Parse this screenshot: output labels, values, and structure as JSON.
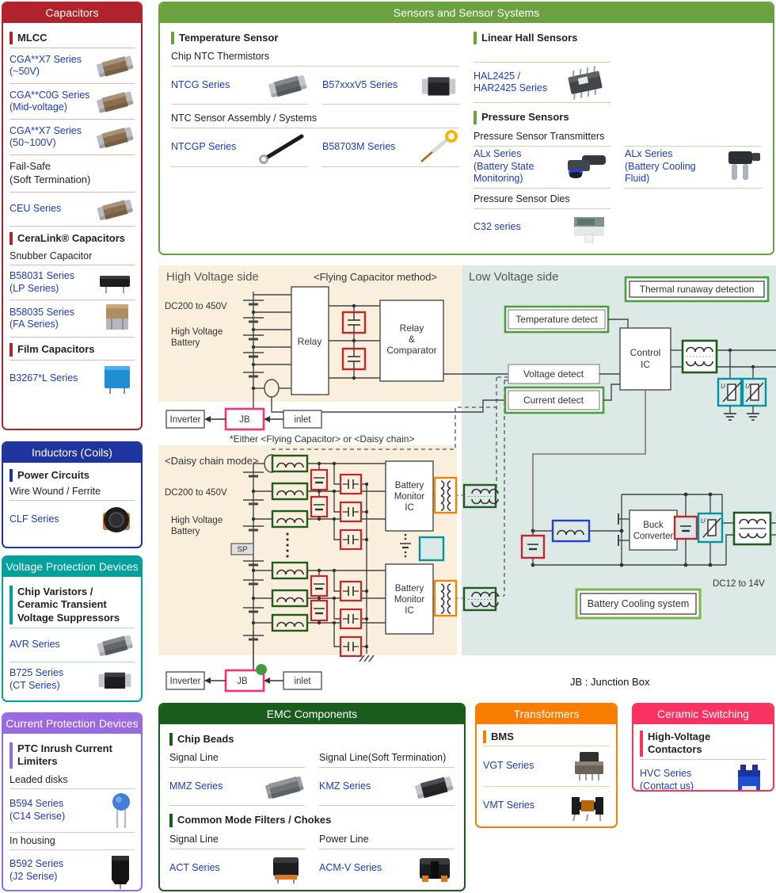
{
  "palette": {
    "capacitors": "#b2222a",
    "sensors": "#6aa23f",
    "inductors": "#2034a0",
    "voltage_protection": "#00a09b",
    "current_protection": "#9a6ae0",
    "emc": "#1a5c1d",
    "transformers": "#f97e00",
    "ceramic": "#fa3260",
    "link_blue": "#1e3bb8",
    "hv_bg": "#faeedd",
    "lv_bg": "#dde9e6",
    "box_red": "#c3272b",
    "box_green": "#1e5c1f",
    "box_orange": "#f08300",
    "box_teal": "#0096a0",
    "box_blue": "#2244cc",
    "jb_pink": "#f6336c"
  },
  "capacitors": {
    "title": "Capacitors",
    "mlcc": "MLCC",
    "cga1_l1": "CGA**X7 Series",
    "cga1_l2": "(~50V)",
    "cga2_l1": "CGA**C0G Series",
    "cga2_l2": "(Mid-voltage)",
    "cga3_l1": "CGA**X7 Series",
    "cga3_l2": "(50~100V)",
    "failsafe_l1": "Fail-Safe",
    "failsafe_l2": "(Soft Termination)",
    "ceu": "CEU Series",
    "ceralink": "CeraLink® Capacitors",
    "snubber": "Snubber Capacitor",
    "b58031_l1": "B58031 Series",
    "b58031_l2": "(LP Series)",
    "b58035_l1": "B58035 Series",
    "b58035_l2": "(FA Series)",
    "film": "Film Capacitors",
    "b3267": "B3267*L Series"
  },
  "inductors": {
    "title": "Inductors (Coils)",
    "power": "Power Circuits",
    "wire": "Wire Wound / Ferrite",
    "clf": "CLF Series"
  },
  "voltage_protection": {
    "title": "Voltage Protection Devices",
    "h_l1": "Chip Varistors /",
    "h_l2": "Ceramic Transient",
    "h_l3": "Voltage Suppressors",
    "avr": "AVR Series",
    "b725_l1": "B725 Series",
    "b725_l2": "(CT Series)"
  },
  "current_protection": {
    "title": "Current Protection Devices",
    "h_l1": "PTC Inrush Current",
    "h_l2": "Limiters",
    "leaded": "Leaded disks",
    "b594_l1": "B594 Series",
    "b594_l2": "(C14 Serise)",
    "housing": "In housing",
    "b592_l1": "B592 Series",
    "b592_l2": "(J2 Serise)"
  },
  "sensors": {
    "title": "Sensors and Sensor Systems",
    "temp": "Temperature Sensor",
    "chip_ntc": "Chip NTC Thermistors",
    "ntcg": "NTCG Series",
    "b57": "B57xxxV5 Series",
    "assembly": "NTC Sensor Assembly / Systems",
    "ntcgp": "NTCGP Series",
    "b58703": "B58703M  Series",
    "hall": "Linear Hall Sensors",
    "hal_l1": "HAL2425 /",
    "hal_l2": "HAR2425 Series",
    "pressure": "Pressure Sensors",
    "transmitters": "Pressure Sensor Transmitters",
    "alx1_l1": "ALx Series",
    "alx1_l2": "(Battery State",
    "alx1_l3": "Monitoring)",
    "alx2_l1": "ALx Series",
    "alx2_l2": "(Battery Cooling",
    "alx2_l3": "Fluid)",
    "dies": "Pressure Sensor Dies",
    "c32": "C32 series"
  },
  "emc": {
    "title": "EMC Components",
    "chip_beads": "Chip Beads",
    "signal1": "Signal Line",
    "signal_soft": "Signal Line(Soft Termination)",
    "mmz": "MMZ Series",
    "kmz": "KMZ Series",
    "cmf": "Common Mode Filters / Chokes",
    "signal2": "Signal Line",
    "power": "Power Line",
    "act": "ACT Series",
    "acmv": "ACM-V Series"
  },
  "transformers": {
    "title": "Transformers",
    "bms": "BMS",
    "vgt": "VGT Series",
    "vmt": "VMT Series"
  },
  "ceramic": {
    "title": "Ceramic Switching",
    "heading": "High-Voltage Contactors",
    "hvc_l1": "HVC Series",
    "hvc_l2": "(Contact us)"
  },
  "diagram": {
    "hv_side": "High Voltage side",
    "flying_method": "<Flying Capacitor method>",
    "dc200": "DC200 to 450V",
    "hv_batt_l1": "High Voltage",
    "hv_batt_l2": "Battery",
    "relay": "Relay",
    "rc_l1": "Relay",
    "rc_l2": "&",
    "rc_l3": "Comparator",
    "inverter": "Inverter",
    "jb": "JB",
    "inlet": "inlet",
    "either": "*Either <Flying Capacitor> or <Daisy chain>",
    "daisy": "<Daisy chain mode>",
    "sp": "SP",
    "bm_l1": "Battery",
    "bm_l2": "Monitor",
    "bm_l3": "IC",
    "lv_side": "Low Voltage side",
    "thermal": "Thermal runaway detection",
    "temp_detect": "Temperature detect",
    "volt_detect": "Voltage detect",
    "curr_detect": "Current detect",
    "ctrl_l1": "Control",
    "ctrl_l2": "IC",
    "buck_l1": "Buck",
    "buck_l2": "Converter",
    "dc12": "DC12 to 14V",
    "cooling": "Battery Cooling system",
    "jb_note": "JB : Junction Box",
    "varistor_u": "U"
  }
}
